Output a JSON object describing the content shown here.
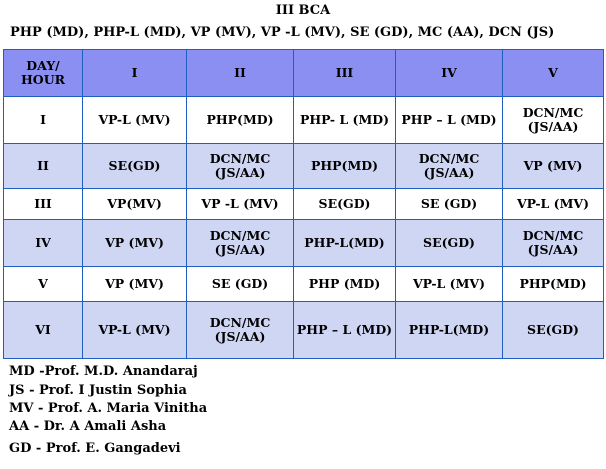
{
  "title": "III BCA",
  "subjects_line": "PHP (MD), PHP-L (MD), VP (MV), VP -L (MV), SE (GD), MC (AA), DCN (JS)",
  "table": {
    "headers": [
      "DAY/ HOUR",
      "I",
      "II",
      "III",
      "IV",
      "V"
    ],
    "rows": [
      [
        "I",
        "VP-L (MV)",
        "PHP(MD)",
        "PHP- L (MD)",
        "PHP – L (MD)",
        "DCN/MC (JS/AA)"
      ],
      [
        "II",
        "SE(GD)",
        "DCN/MC (JS/AA)",
        "PHP(MD)",
        "DCN/MC (JS/AA)",
        "VP (MV)"
      ],
      [
        "III",
        "VP(MV)",
        "VP -L (MV)",
        "SE(GD)",
        "SE (GD)",
        "VP-L (MV)"
      ],
      [
        "IV",
        "VP (MV)",
        "DCN/MC (JS/AA)",
        "PHP-L(MD)",
        "SE(GD)",
        "DCN/MC (JS/AA)"
      ],
      [
        "V",
        "VP (MV)",
        "SE (GD)",
        "PHP (MD)",
        "VP-L (MV)",
        "PHP(MD)"
      ],
      [
        "VI",
        "VP-L (MV)",
        "DCN/MC (JS/AA)",
        "PHP – L (MD)",
        "PHP-L(MD)",
        "SE(GD)"
      ]
    ]
  },
  "staff": [
    "MD -Prof. M.D. Anandaraj",
    "JS - Prof. I Justin Sophia",
    "MV - Prof. A. Maria Vinitha",
    "AA - Dr. A Amali Asha",
    "GD - Prof. E. Gangadevi"
  ]
}
